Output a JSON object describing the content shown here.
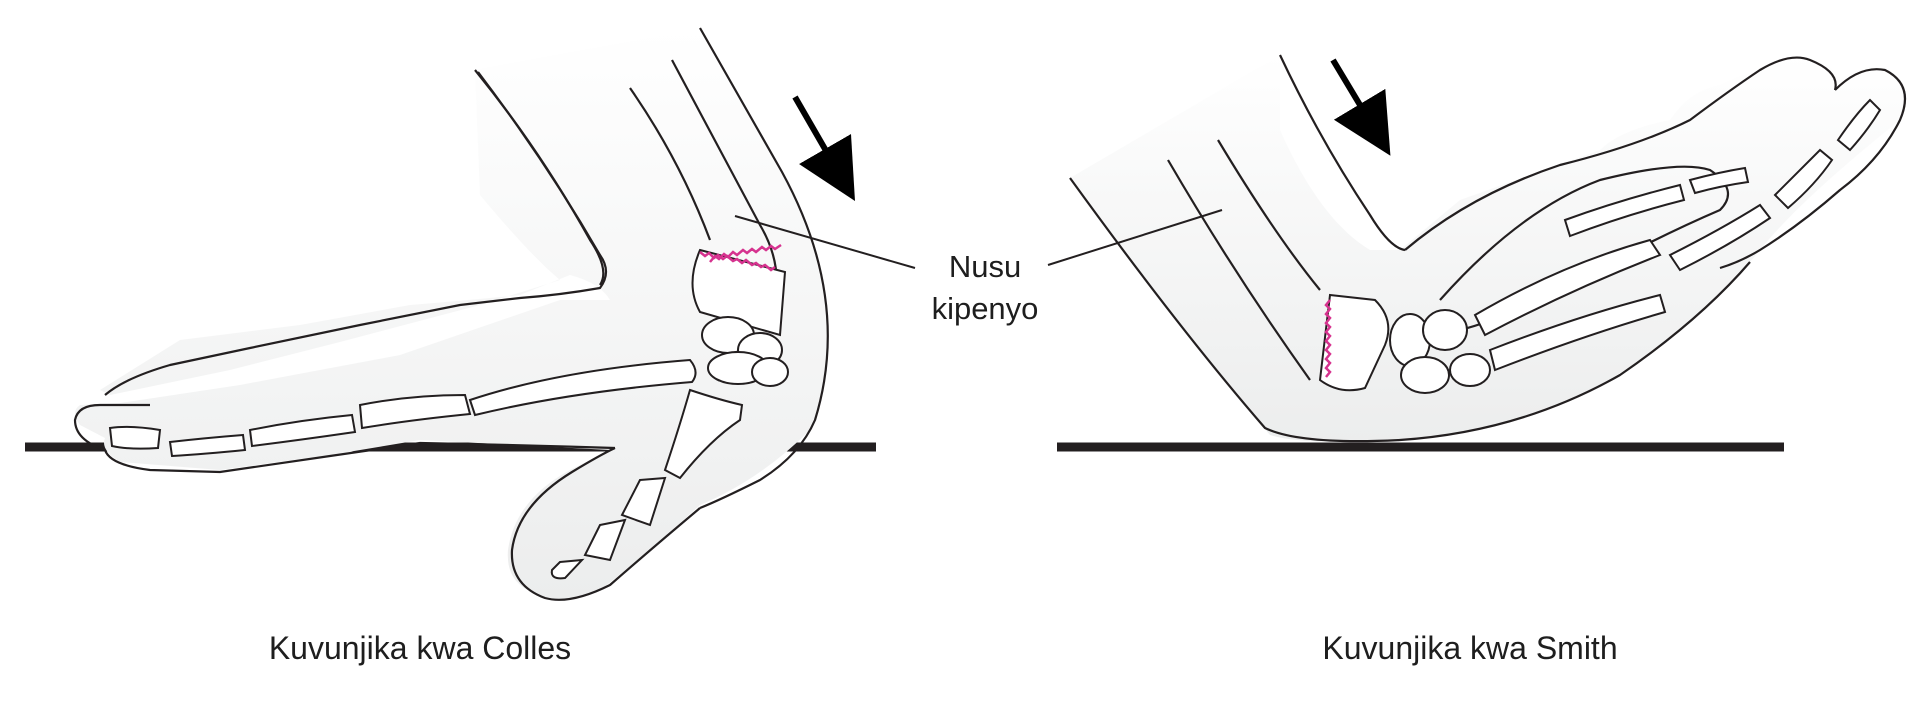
{
  "diagram": {
    "center_label": {
      "line1": "Nusu",
      "line2": "kipenyo"
    },
    "left_caption": "Kuvunjika kwa Colles",
    "right_caption": "Kuvunjika kwa Smith",
    "colors": {
      "outline": "#231f20",
      "skin_fill": "#f1f2f2",
      "bone_fill": "#ffffff",
      "fracture_line": "#d6338f",
      "surface": "#231f20"
    }
  }
}
